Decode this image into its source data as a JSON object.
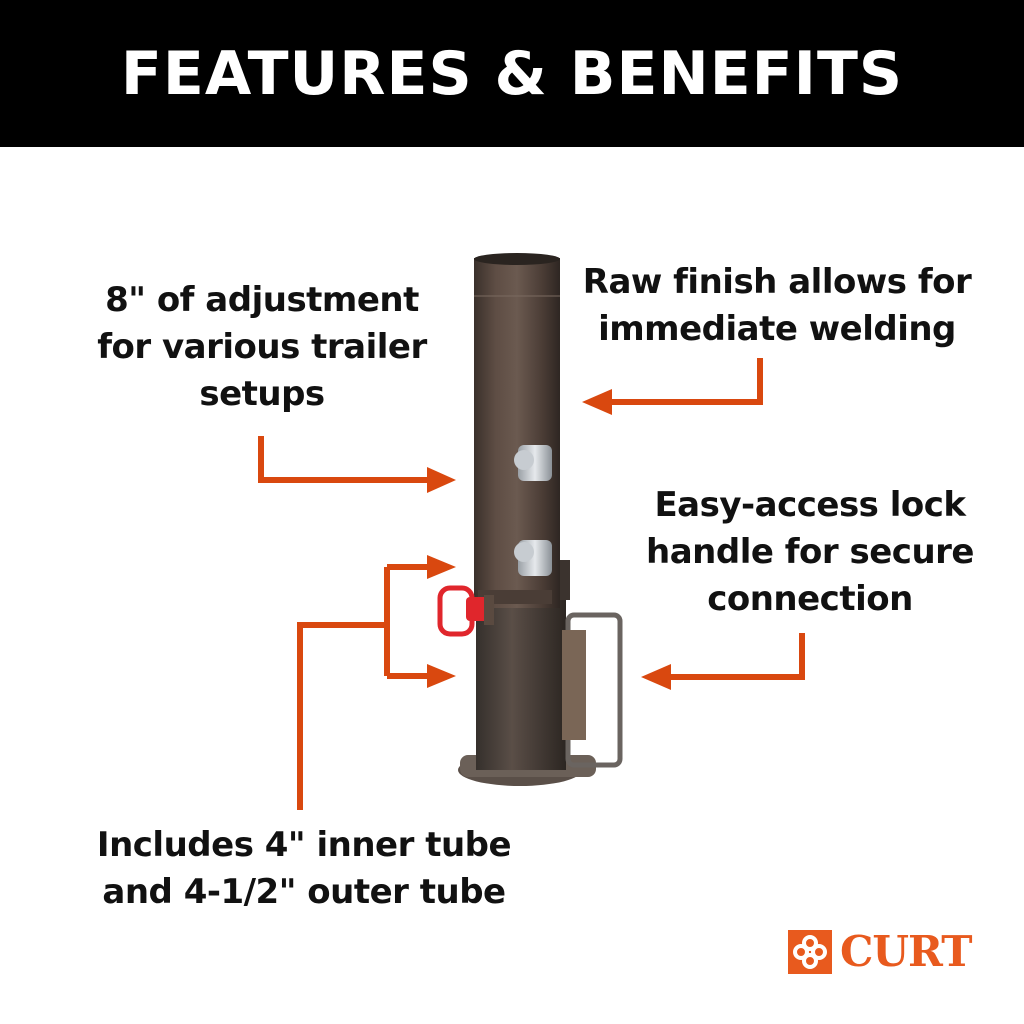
{
  "header": {
    "title": "FEATURES & BENEFITS"
  },
  "callouts": [
    {
      "id": "adjustment",
      "lines": [
        "8\" of adjustment",
        "for various trailer",
        "setups"
      ]
    },
    {
      "id": "raw-finish",
      "lines": [
        "Raw finish allows for",
        "immediate welding"
      ]
    },
    {
      "id": "lock-handle",
      "lines": [
        "Easy-access lock",
        "handle for secure",
        "connection"
      ]
    },
    {
      "id": "tubes",
      "lines": [
        "Includes 4\" inner tube",
        "and 4-1/2\" outer tube"
      ]
    }
  ],
  "brand": {
    "name": "CURT",
    "color": "#e85a1e"
  },
  "colors": {
    "arrow": "#d9480f",
    "banner": "#000000",
    "text": "#111111"
  },
  "product": {
    "name": "adjustable jack mount tube",
    "icon": "jack-tube-image"
  }
}
